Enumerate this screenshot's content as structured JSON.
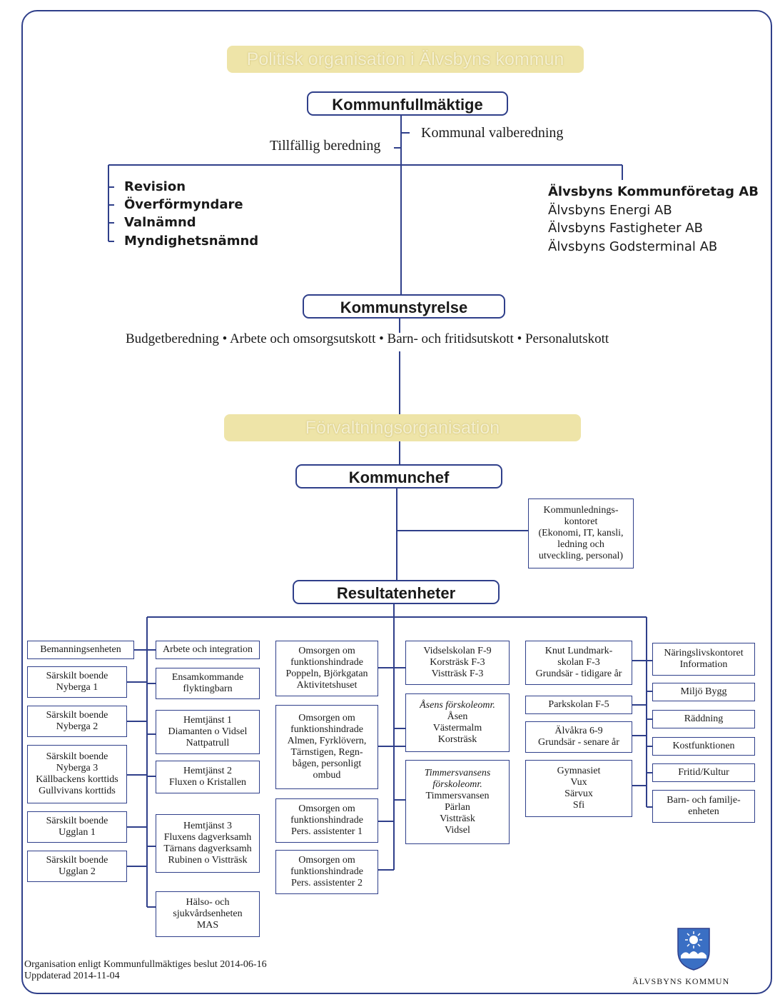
{
  "banners": {
    "political": "Politisk organisation i Älvsbyns kommun",
    "administrative": "Förvaltningsorganisation"
  },
  "political": {
    "kommunfullmaktige": "Kommunfullmäktige",
    "tillfallig": "Tillfällig beredning",
    "valberedning": "Kommunal valberedning",
    "left_items": [
      "Revision",
      "Överförmyndare",
      "Valnämnd",
      "Myndighetsnämnd"
    ],
    "companies": [
      "Älvsbyns Kommunföretag AB",
      "Älvsbyns Energi AB",
      "Älvsbyns Fastigheter AB",
      "Älvsbyns Godsterminal AB"
    ],
    "kommunstyrelse": "Kommunstyrelse",
    "committees": "Budgetberedning • Arbete och omsorgsutskott • Barn- och fritidsutskott • Personalutskott"
  },
  "admin": {
    "kommunchef": "Kommunchef",
    "ledningskontoret": [
      "Kommunlednings-",
      "kontoret",
      "(Ekonomi, IT, kansli,",
      "ledning och",
      "utveckling, personal)"
    ],
    "resultatenheter": "Resultatenheter"
  },
  "columns": {
    "col1": [
      [
        "Bemanningsenheten"
      ],
      [
        "Särskilt boende",
        "Nyberga 1"
      ],
      [
        "Särskilt boende",
        "Nyberga 2"
      ],
      [
        "Särskilt boende",
        "Nyberga 3",
        "Källbackens korttids",
        "Gullvivans korttids"
      ],
      [
        "Särskilt boende",
        "Ugglan 1"
      ],
      [
        "Särskilt boende",
        "Ugglan 2"
      ]
    ],
    "col2": [
      [
        "Arbete och integration"
      ],
      [
        "Ensamkommande",
        "flyktingbarn"
      ],
      [
        "Hemtjänst 1",
        "Diamanten o Vidsel",
        "Nattpatrull"
      ],
      [
        "Hemtjänst 2",
        "Fluxen o Kristallen"
      ],
      [
        "Hemtjänst 3",
        "Fluxens dagverksamh",
        "Tärnans dagverksamh",
        "Rubinen o Vistträsk"
      ],
      [
        "Hälso- och",
        "sjukvårdsenheten",
        "MAS"
      ]
    ],
    "col3": [
      [
        "Omsorgen om",
        "funktionshindrade",
        "Poppeln, Björkgatan",
        "Aktivitetshuset"
      ],
      [
        "Omsorgen om",
        "funktionshindrade",
        "Almen, Fyrklövern,",
        "Tärnstigen, Regn-",
        "bågen, personligt",
        "ombud"
      ],
      [
        "Omsorgen om",
        "funktionshindrade",
        "Pers. assistenter 1"
      ],
      [
        "Omsorgen om",
        "funktionshindrade",
        "Pers. assistenter 2"
      ]
    ],
    "col4": [
      [
        "Vidselskolan F-9",
        "Korsträsk F-3",
        "Vistträsk F-3"
      ],
      [
        "Åsens förskoleomr.",
        "Åsen",
        "Västermalm",
        "Korsträsk"
      ],
      [
        "Timmersvansens",
        "förskoleomr.",
        "Timmersvansen",
        "Pärlan",
        "Vistträsk",
        "Vidsel"
      ]
    ],
    "col5": [
      [
        "Knut Lundmark-",
        "skolan F-3",
        "Grundsär - tidigare år"
      ],
      [
        "Parkskolan F-5"
      ],
      [
        "Älvåkra 6-9",
        "Grundsär - senare år"
      ],
      [
        "Gymnasiet",
        "Vux",
        "Särvux",
        "Sfi"
      ]
    ],
    "col6": [
      [
        "Näringslivskontoret",
        "Information"
      ],
      [
        "Miljö Bygg"
      ],
      [
        "Räddning"
      ],
      [
        "Kostfunktionen"
      ],
      [
        "Fritid/Kultur"
      ],
      [
        "Barn- och familje-",
        "enheten"
      ]
    ]
  },
  "footer": {
    "line1": "Organisation enligt Kommunfullmäktiges beslut 2014-06-16",
    "line2": "Uppdaterad 2014-11-04",
    "logo_text": "ÄLVSBYNS KOMMUN"
  }
}
